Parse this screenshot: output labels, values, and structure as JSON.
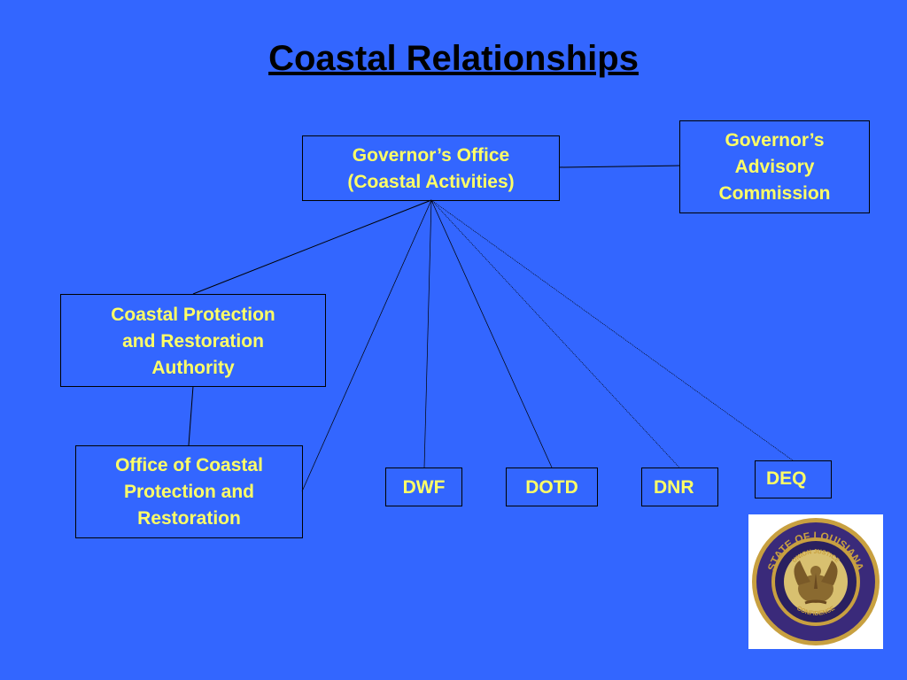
{
  "title": "Coastal Relationships",
  "nodes": {
    "governor_office": "Governor’s Office\n(Coastal Activities)",
    "advisory_commission": "Governor’s\nAdvisory\nCommission",
    "cpra": "Coastal Protection\nand Restoration\nAuthority",
    "ocpr": "Office of Coastal\nProtection and\nRestoration",
    "dwf": "DWF",
    "dotd": "DOTD",
    "dnr": "DNR",
    "deq": "DEQ"
  },
  "seal": {
    "ring_text": "STATE OF LOUISIANA",
    "motto": "UNION JUSTICE",
    "lower_text": "CONFIDENCE",
    "colors": {
      "ring": "#3a2a7a",
      "gold": "#c8a040",
      "center": "#d8c070"
    }
  },
  "colors": {
    "background": "#3366ff",
    "box_text": "#ffff66",
    "lines": "#000000"
  }
}
